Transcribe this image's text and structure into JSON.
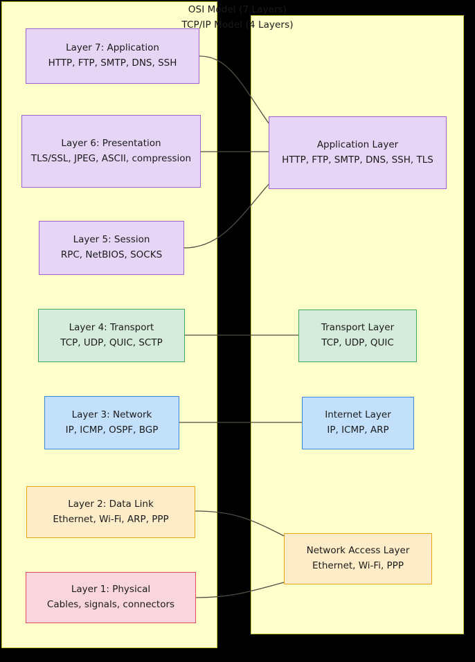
{
  "diagram": {
    "panels": [
      {
        "id": "osi",
        "title": "OSI Model (7 Layers)"
      },
      {
        "id": "tcpip",
        "title": "TCP/IP Model (4 Layers)"
      }
    ],
    "colors": {
      "panel_fill": "#ffffcc",
      "panel_border": "#c8c832",
      "purple_fill": "#e6d5f5",
      "purple_border": "#9f5fd0",
      "green_fill": "#d5ecdc",
      "green_border": "#3fa860",
      "blue_fill": "#c3e0fb",
      "blue_border": "#3b86e0",
      "orange_fill": "#fdecc8",
      "orange_border": "#e8a516",
      "red_fill": "#f9d6dd",
      "red_border": "#e04b5e",
      "connector": "#4d4d42",
      "background": "#000000"
    },
    "osi_layers": [
      {
        "title": "Layer 7: Application",
        "sub": "HTTP, FTP, SMTP, DNS, SSH",
        "color": "purple"
      },
      {
        "title": "Layer 6: Presentation",
        "sub": "TLS/SSL, JPEG, ASCII, compression",
        "color": "purple"
      },
      {
        "title": "Layer 5: Session",
        "sub": "RPC, NetBIOS, SOCKS",
        "color": "purple"
      },
      {
        "title": "Layer 4: Transport",
        "sub": "TCP, UDP, QUIC, SCTP",
        "color": "green"
      },
      {
        "title": "Layer 3: Network",
        "sub": "IP, ICMP, OSPF, BGP",
        "color": "blue"
      },
      {
        "title": "Layer 2: Data Link",
        "sub": "Ethernet, Wi-Fi, ARP, PPP",
        "color": "orange"
      },
      {
        "title": "Layer 1: Physical",
        "sub": "Cables, signals, connectors",
        "color": "red"
      }
    ],
    "tcpip_layers": [
      {
        "title": "Application Layer",
        "sub": "HTTP, FTP, SMTP, DNS, SSH, TLS",
        "color": "purple"
      },
      {
        "title": "Transport Layer",
        "sub": "TCP, UDP, QUIC",
        "color": "green"
      },
      {
        "title": "Internet Layer",
        "sub": "IP, ICMP, ARP",
        "color": "blue"
      },
      {
        "title": "Network Access Layer",
        "sub": "Ethernet, Wi-Fi, PPP",
        "color": "orange"
      }
    ],
    "mappings": [
      {
        "from": "Layer 7: Application",
        "to": "Application Layer"
      },
      {
        "from": "Layer 6: Presentation",
        "to": "Application Layer"
      },
      {
        "from": "Layer 5: Session",
        "to": "Application Layer"
      },
      {
        "from": "Layer 4: Transport",
        "to": "Transport Layer"
      },
      {
        "from": "Layer 3: Network",
        "to": "Internet Layer"
      },
      {
        "from": "Layer 2: Data Link",
        "to": "Network Access Layer"
      },
      {
        "from": "Layer 1: Physical",
        "to": "Network Access Layer"
      }
    ]
  }
}
